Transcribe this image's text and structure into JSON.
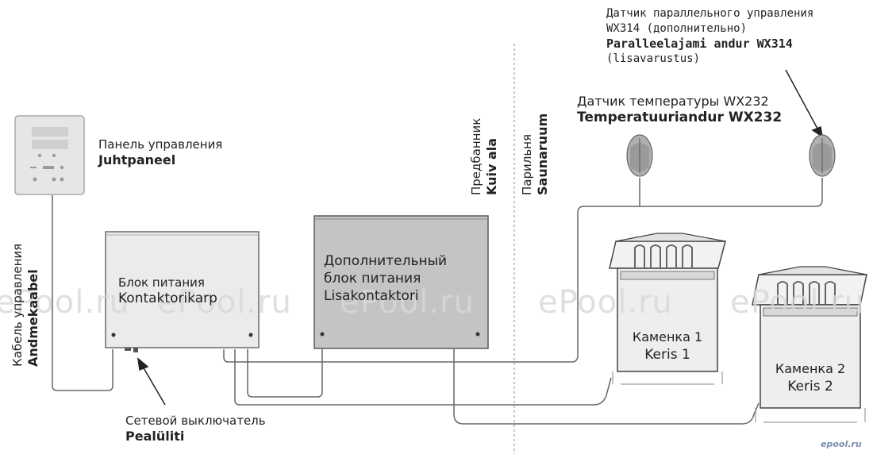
{
  "control_panel": {
    "label_ru": "Панель управления",
    "label_fi": "Juhtpaneel"
  },
  "data_cable": {
    "label_ru": "Кабель управления",
    "label_fi": "Andmekaabel"
  },
  "power_unit": {
    "label_ru": "Блок питания",
    "label_fi": "Kontaktorikarp"
  },
  "extra_power_unit": {
    "label_ru_1": "Дополнительный",
    "label_ru_2": "блок питания",
    "label_fi": "Lisakontaktori"
  },
  "mains_switch": {
    "label_ru": "Сетевой выключатель",
    "label_fi": "Pealüliti"
  },
  "dry_area": {
    "label_ru": "Предбанник",
    "label_fi": "Kuiv ala"
  },
  "sauna_room": {
    "label_ru": "Парильня",
    "label_fi": "Saunaruum"
  },
  "temp_sensor": {
    "label_ru": "Датчик температуры WX232",
    "label_fi": "Temperatuuriandur WX232"
  },
  "parallel_sensor": {
    "label_ru_1": "Датчик параллельного управления",
    "label_ru_2": "WX314 (дополнительно)",
    "label_fi_1": "Paralleelajami andur WX314",
    "label_fi_2": "(lisavarustus)"
  },
  "heater_1": {
    "label_ru": "Каменка 1",
    "label_fi": "Keris 1"
  },
  "heater_2": {
    "label_ru": "Каменка 2",
    "label_fi": "Keris 2"
  },
  "watermark": "ePool.ru",
  "brand": "epool.ru",
  "colors": {
    "wire": "#666666",
    "box_light": "#ececec",
    "box_dark": "#c4c4c4",
    "heater": "#eeeeee"
  }
}
